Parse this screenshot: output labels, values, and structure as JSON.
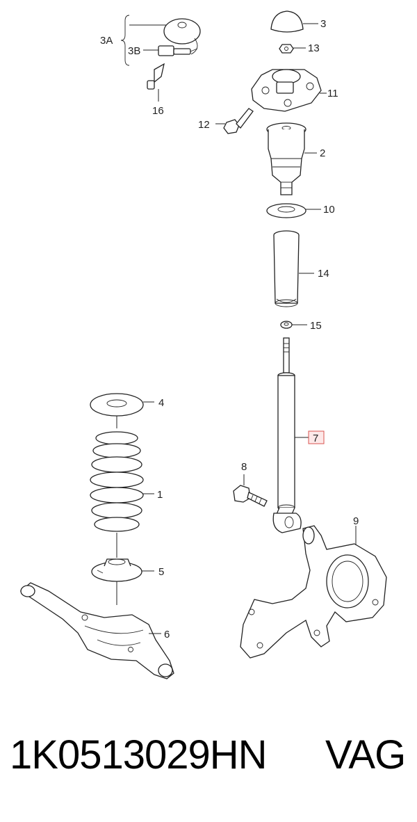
{
  "callouts": {
    "c3A": "3A",
    "c3B": "3B",
    "c16": "16",
    "c3": "3",
    "c13": "13",
    "c11": "11",
    "c12": "12",
    "c2": "2",
    "c10": "10",
    "c14": "14",
    "c15": "15",
    "c7": "7",
    "c4": "4",
    "c1": "1",
    "c8": "8",
    "c9": "9",
    "c5": "5",
    "c6": "6"
  },
  "caption": {
    "part_number": "1K0513029HN",
    "brand": "VAG"
  },
  "highlight_color": "#d9534f"
}
